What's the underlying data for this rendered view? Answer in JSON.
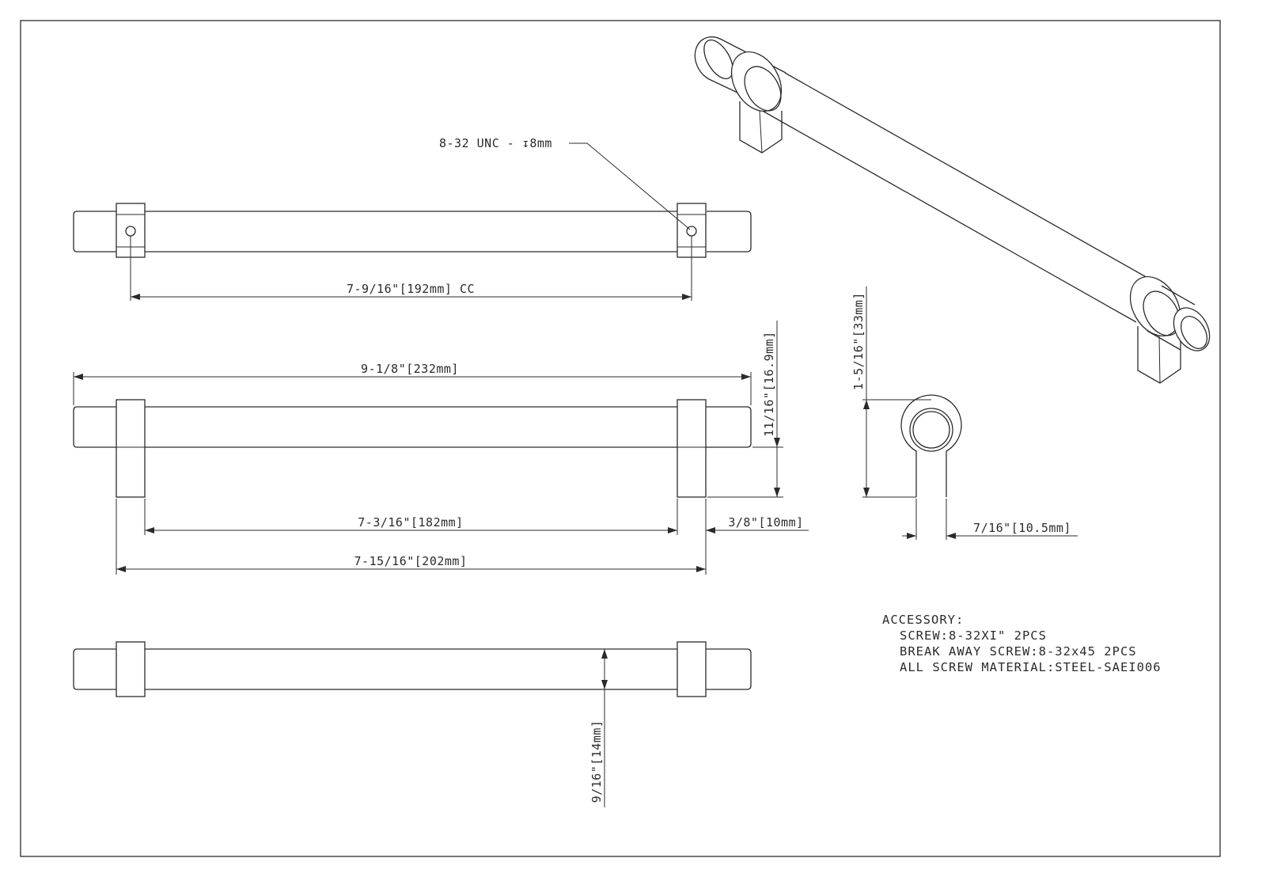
{
  "callout": {
    "thread": "8-32 UNC - ",
    "depth_symbol": "↧",
    "depth": "8mm"
  },
  "dimensions": {
    "center_to_center": "7-9/16\"[192mm] CC",
    "overall_length": "9-1/8\"[232mm]",
    "inner_length": "7-3/16\"[182mm]",
    "outer_length": "7-15/16\"[202mm]",
    "post_width": "3/8\"[10mm]",
    "bar_height": "11/16\"[16.9mm]",
    "projection": "1-5/16\"[33mm]",
    "post_thickness": "7/16\"[10.5mm]",
    "bar_diameter": "9/16\"[14mm]"
  },
  "accessory": {
    "heading": "ACCESSORY:",
    "lines": [
      "SCREW:8-32XI\" 2PCS",
      "BREAK AWAY SCREW:8-32x45 2PCS",
      "ALL SCREW MATERIAL:STEEL-SAEI006"
    ]
  }
}
